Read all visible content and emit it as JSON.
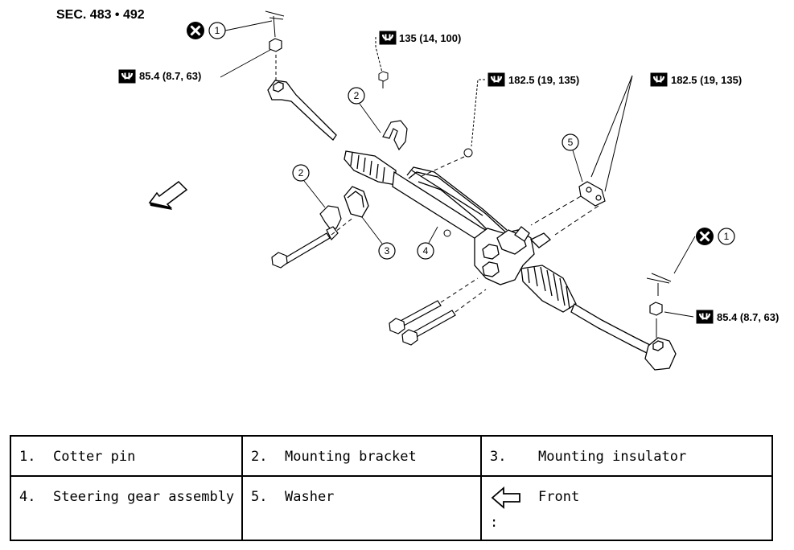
{
  "diagram": {
    "section_label": "SEC. 483 • 492",
    "torque_labels": {
      "tie_rod_nut_left": "85.4 (8.7, 63)",
      "bracket_bolt": "135 (14, 100)",
      "mount_nut_center": "182.5 (19, 135)",
      "mount_nut_right": "182.5 (19, 135)",
      "tie_rod_nut_right": "85.4 (8.7, 63)"
    },
    "callouts": {
      "cotter_pin_left": "1",
      "bracket_top": "2",
      "bracket_left": "2",
      "insulator": "3",
      "gear_assembly": "4",
      "washer": "5",
      "cotter_pin_right": "1"
    },
    "icons": {
      "torque": "wrench-torque-icon",
      "do_not_reuse": "x-circle-icon",
      "front": "front-arrow-icon"
    }
  },
  "legend": {
    "rows": [
      [
        {
          "num": "1.",
          "label": "Cotter pin"
        },
        {
          "num": "2.",
          "label": "Mounting bracket"
        },
        {
          "num": "3.",
          "label": "Mounting insulator"
        }
      ],
      [
        {
          "num": "4.",
          "label": "Steering gear assembly"
        },
        {
          "num": "5.",
          "label": "Washer"
        },
        {
          "num": "",
          "label": "Front",
          "suffix": ":"
        }
      ]
    ]
  }
}
